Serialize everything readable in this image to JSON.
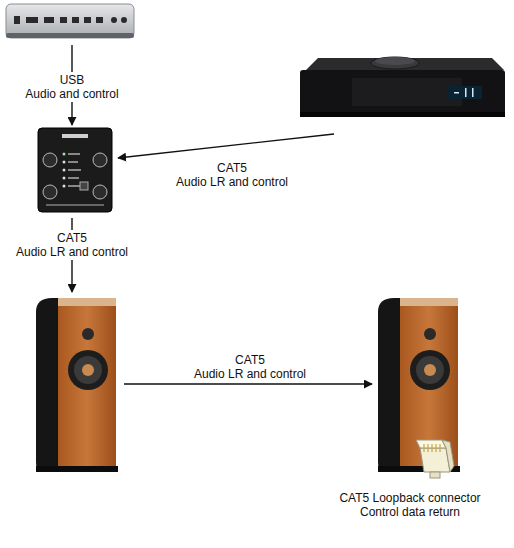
{
  "diagram": {
    "labels": [
      "USB Audio and control",
      "CAT5 Audio LR and control",
      "CAT5 Audio LR and control",
      "CAT5 Audio LR and control",
      "CAT5 Loopback connector Control data return"
    ]
  }
}
